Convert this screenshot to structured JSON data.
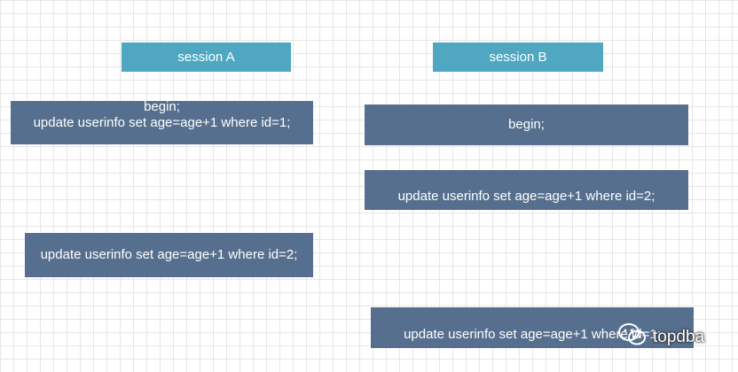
{
  "sessionA": {
    "header": "session A",
    "steps": [
      {
        "lines": [
          "begin;",
          "update userinfo set age=age+1 where id=1;"
        ]
      },
      {
        "lines": [
          "update userinfo set age=age+1 where id=2;"
        ]
      }
    ]
  },
  "sessionB": {
    "header": "session B",
    "steps": [
      {
        "lines": [
          "begin;"
        ]
      },
      {
        "lines": [
          "update userinfo set age=age+1 where id=2;"
        ]
      },
      {
        "lines": [
          "update userinfo set age=age+1 where id=1;"
        ]
      }
    ]
  },
  "watermark": {
    "text": "topdba",
    "icon": "wechat-icon"
  },
  "colors": {
    "header": "#4fa7c1",
    "step": "#576f8e",
    "grid": "#e6e6e6"
  }
}
